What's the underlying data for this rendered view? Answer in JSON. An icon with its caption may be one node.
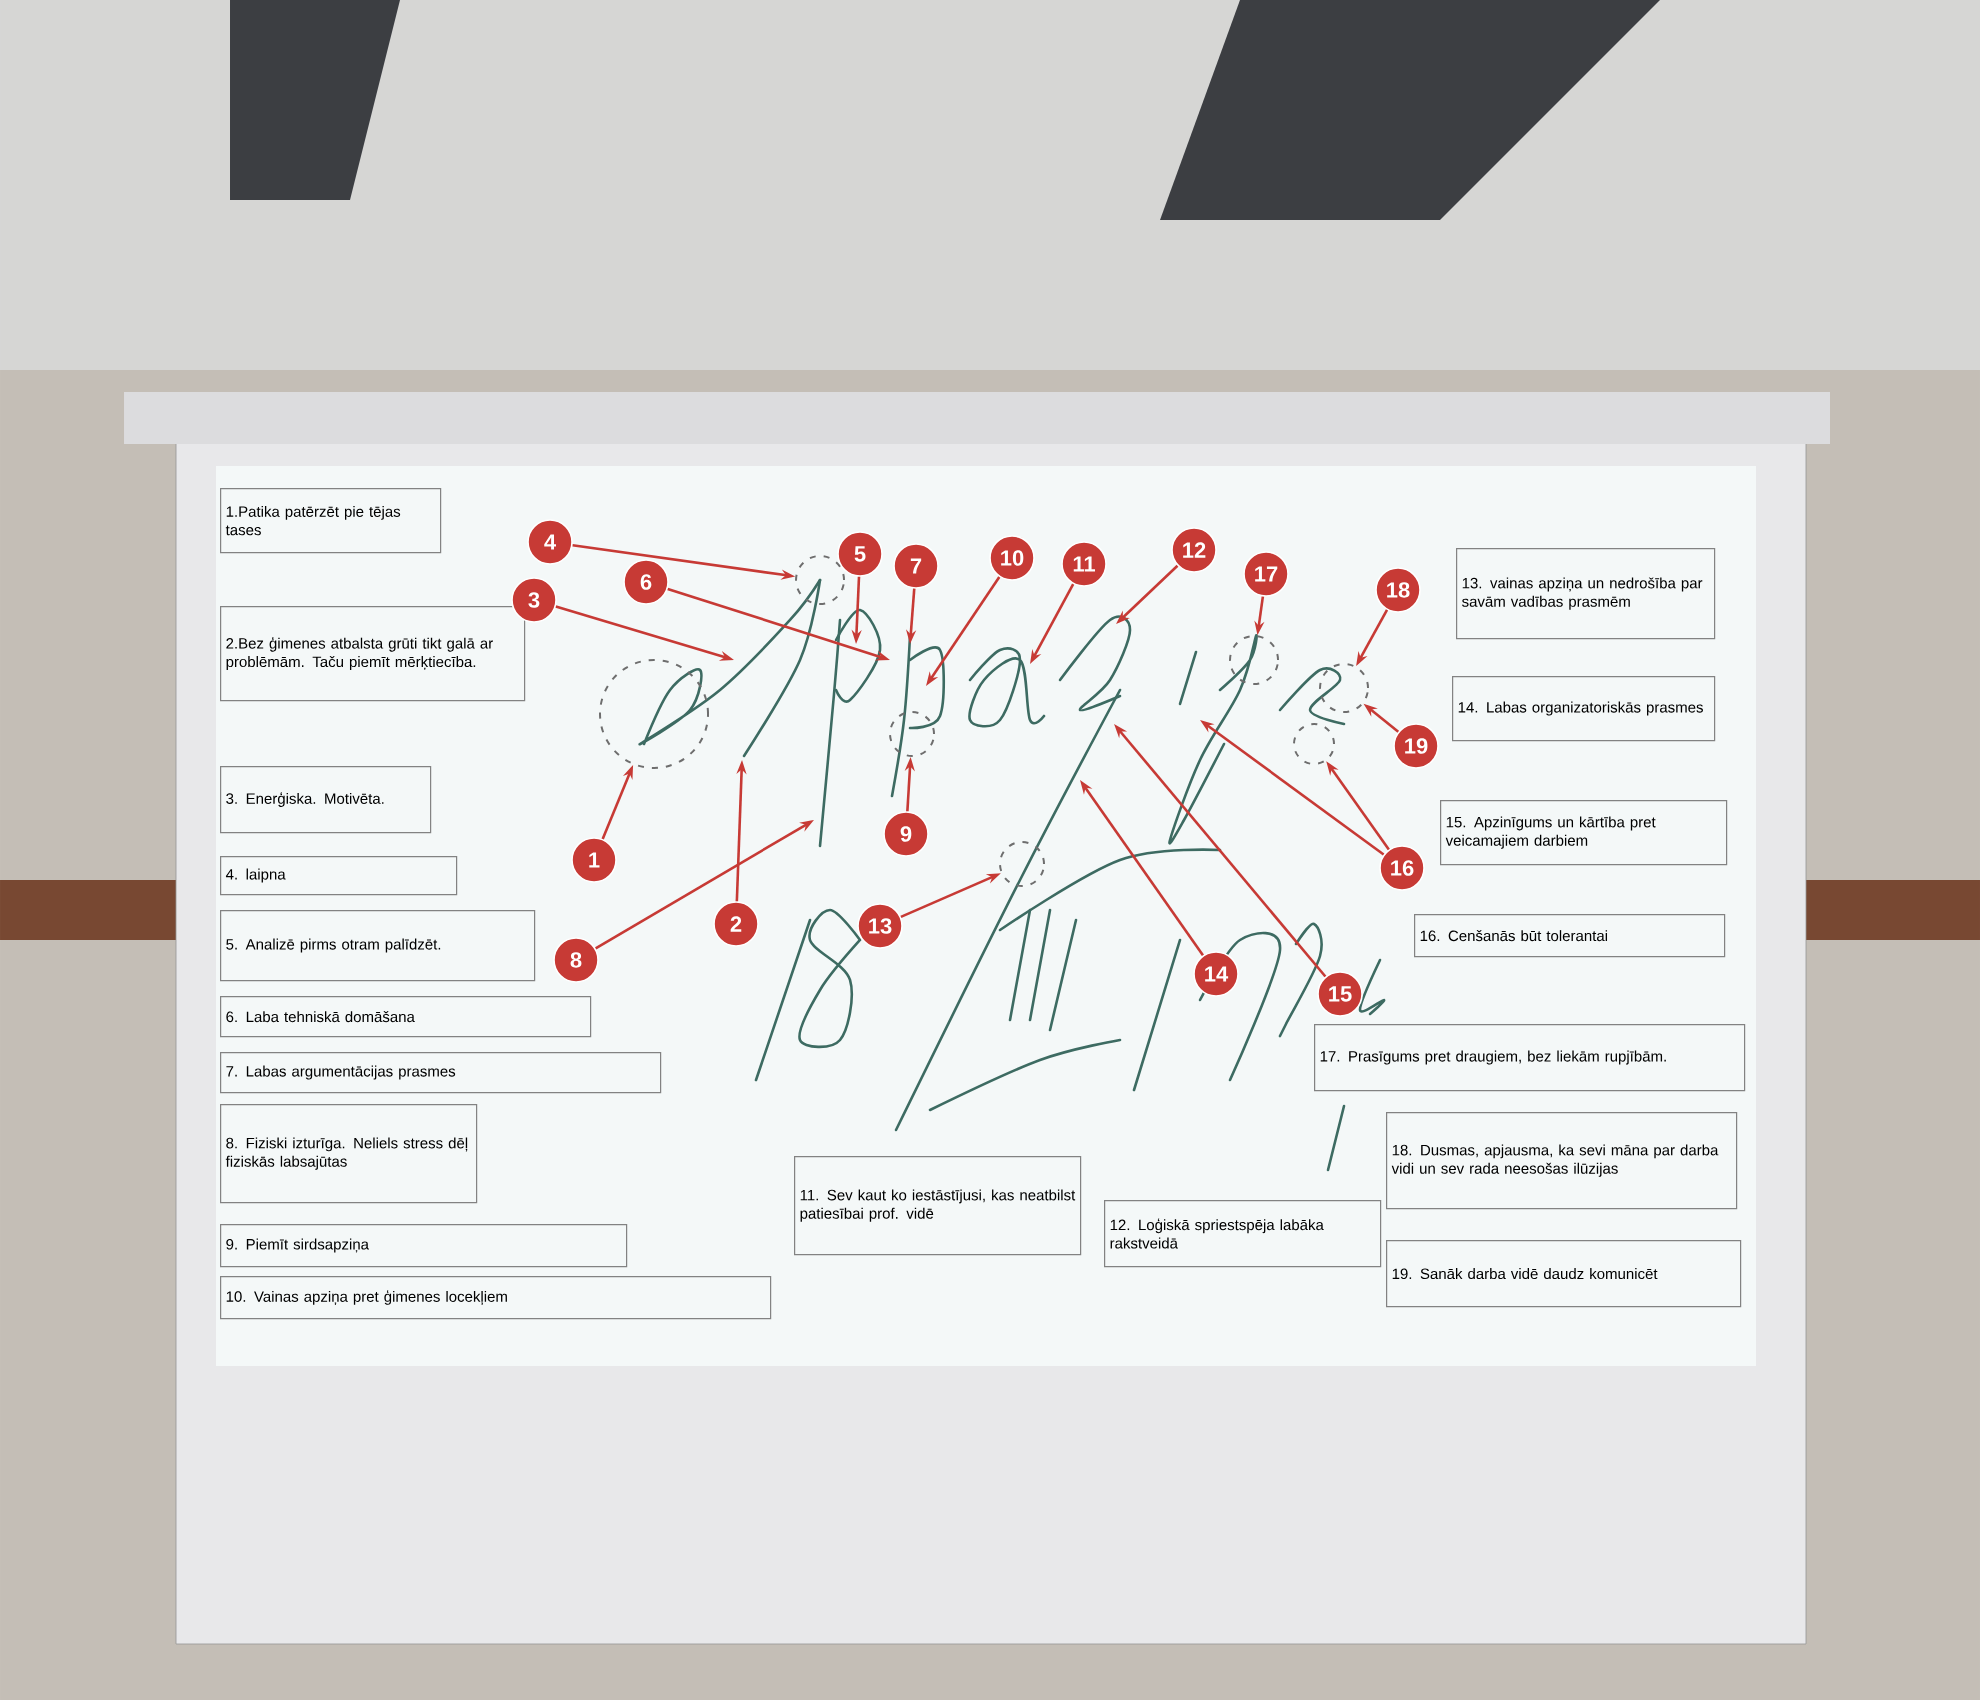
{
  "diagram": {
    "nodes": [
      {
        "text": [
          "1.Patika patērzēt pie tējas tases"
        ]
      },
      {
        "text": [
          "2.Bez ģimenes atbalsta grūti tikt galā ar problēmām. Taču piemīt mērķtiecība."
        ]
      },
      {
        "text": [
          "3. Enerģiska. Motivēta."
        ]
      },
      {
        "text": [
          "4. laipna"
        ]
      },
      {
        "text": [
          "5. Analizē pirms otram palīdzēt."
        ]
      },
      {
        "text": [
          "6. Laba tehniskā domāšana"
        ]
      },
      {
        "text": [
          "7. Labas argumentācijas prasmes"
        ]
      },
      {
        "text": [
          "8. Fiziski izturīga. Neliels stress dēļ fiziskās labsajūtas"
        ]
      },
      {
        "text": [
          "9. Piemīt sirdsapziņa"
        ]
      },
      {
        "text": [
          "10. Vainas apziņa pret ģimenes locekļiem"
        ]
      },
      {
        "text": [
          "11. Sev kaut ko iestāstījusi, kas neatbilst patiesībai prof. vidē"
        ]
      },
      {
        "text": [
          "12. Loģiskā spriestspēja labāka rakstveidā"
        ]
      },
      {
        "text": [
          "13. vainas apziņa un nedrošība par savām vadības prasmēm"
        ]
      },
      {
        "text": [
          "14. Labas organizatoriskās prasmes"
        ]
      },
      {
        "text": [
          "15. Apzinīgums un kārtība pret veicamajiem darbiem"
        ]
      },
      {
        "text": [
          "16. Cenšanās būt tolerantai"
        ]
      },
      {
        "text": [
          "17. Prasīgums pret draugiem, bez liekām rupjībām."
        ]
      },
      {
        "text": [
          "18. Dusmas, apjausma, ka sevi māna par darba vidi un sev rada neesošas ilūzijas"
        ]
      },
      {
        "text": [
          "19. Sanāk darba vidē daudz komunicēt"
        ]
      },
      {
        "text": [
          "1"
        ]
      },
      {
        "text": [
          "2"
        ]
      },
      {
        "text": [
          "3"
        ]
      },
      {
        "text": [
          "4"
        ]
      },
      {
        "text": [
          "5"
        ]
      },
      {
        "text": [
          "6"
        ]
      },
      {
        "text": [
          "7"
        ]
      },
      {
        "text": [
          "8"
        ]
      },
      {
        "text": [
          "9"
        ]
      },
      {
        "text": [
          "10"
        ]
      },
      {
        "text": [
          "11"
        ]
      },
      {
        "text": [
          "12"
        ]
      },
      {
        "text": [
          "13"
        ]
      },
      {
        "text": [
          "14"
        ]
      },
      {
        "text": [
          "15"
        ]
      },
      {
        "text": [
          "16"
        ]
      },
      {
        "text": [
          "17"
        ]
      },
      {
        "text": [
          "18"
        ]
      },
      {
        "text": [
          "19"
        ]
      },
      {
        "text": [],
        "shape": "circle"
      },
      {
        "text": [],
        "shape": "circle"
      },
      {
        "text": [],
        "shape": "circle"
      },
      {
        "text": [],
        "shape": "circle"
      },
      {
        "text": [],
        "shape": "circle"
      },
      {
        "text": [],
        "shape": "circle"
      },
      {
        "text": [],
        "shape": "circle"
      }
    ],
    "edges": [
      {
        "from": 19,
        "to": 38,
        "arrow": "to"
      },
      {
        "from": 20,
        "to": null,
        "arrow": "to"
      },
      {
        "from": 21,
        "to": null,
        "arrow": "to"
      },
      {
        "from": 22,
        "to": 39,
        "arrow": "to"
      },
      {
        "from": 23,
        "to": null,
        "arrow": "to"
      },
      {
        "from": 24,
        "to": null,
        "arrow": "to"
      },
      {
        "from": 25,
        "to": null,
        "arrow": "to"
      },
      {
        "from": 26,
        "to": null,
        "arrow": "to"
      },
      {
        "from": 27,
        "to": 40,
        "arrow": "to"
      },
      {
        "from": 28,
        "to": null,
        "arrow": "to"
      },
      {
        "from": 29,
        "to": null,
        "arrow": "to"
      },
      {
        "from": 30,
        "to": null,
        "arrow": "to"
      },
      {
        "from": 31,
        "to": 41,
        "arrow": "to"
      },
      {
        "from": 32,
        "to": null,
        "arrow": "to"
      },
      {
        "from": 33,
        "to": null,
        "arrow": "to"
      },
      {
        "from": 34,
        "to": 43,
        "arrow": "to"
      },
      {
        "from": 34,
        "to": null,
        "arrow": "to"
      },
      {
        "from": 35,
        "to": 42,
        "arrow": "to"
      },
      {
        "from": 36,
        "to": 44,
        "arrow": "to"
      },
      {
        "from": 37,
        "to": 44,
        "arrow": "to"
      }
    ]
  }
}
